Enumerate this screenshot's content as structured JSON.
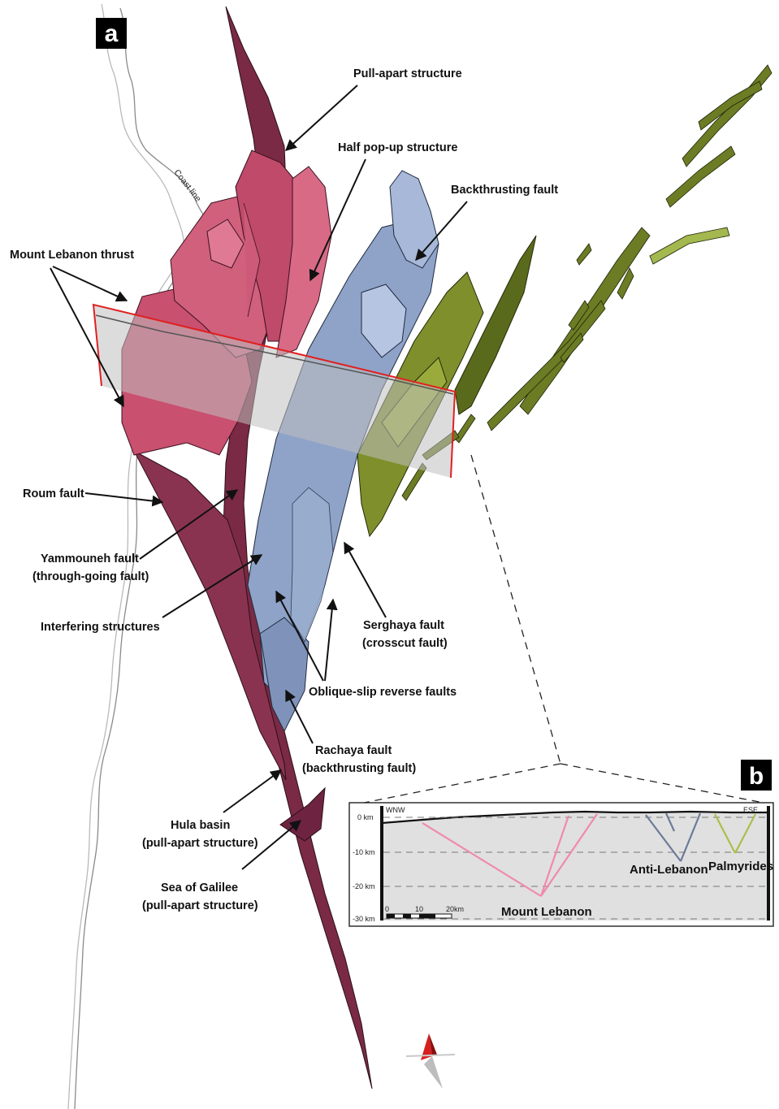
{
  "panels": {
    "a": "a",
    "b": "b"
  },
  "labels": {
    "pull_apart": "Pull-apart structure",
    "half_popup": "Half pop-up structure",
    "backthrusting": "Backthrusting fault",
    "mount_lebanon_thrust": "Mount Lebanon thrust",
    "coast_line": "Coast line",
    "roum_fault": "Roum fault",
    "yammouneh_1": "Yammouneh fault",
    "yammouneh_2": "(through-going fault)",
    "interfering": "Interfering structures",
    "serghaya_1": "Serghaya fault",
    "serghaya_2": "(crosscut fault)",
    "oblique_slip": "Oblique-slip reverse faults",
    "rachaya_1": "Rachaya fault",
    "rachaya_2": "(backthrusting fault)",
    "hula_1": "Hula basin",
    "hula_2": "(pull-apart structure)",
    "galilee_1": "Sea of Galilee",
    "galilee_2": "(pull-apart structure)"
  },
  "cross_section": {
    "left_dir": "WNW",
    "right_dir": "ESE",
    "depths": [
      "0 km",
      "-10 km",
      "-20 km",
      "-30 km"
    ],
    "scale_ticks": [
      "0",
      "10",
      "20km"
    ],
    "ranges": {
      "mount_lebanon": "Mount Lebanon",
      "anti_lebanon": "Anti-Lebanon",
      "palmyrides": "Palmyrides"
    }
  },
  "colors": {
    "mount_lebanon_pink": "#c9506f",
    "yammouneh_maroon": "#7a2a44",
    "anti_lebanon_blue": "#8fa3c8",
    "palmyrides_olive": "#7e8f2c",
    "section_line_red": "#e02020",
    "section_pink": "#f08aaa",
    "section_blue": "#6b7b99",
    "section_green": "#a9c04a"
  }
}
